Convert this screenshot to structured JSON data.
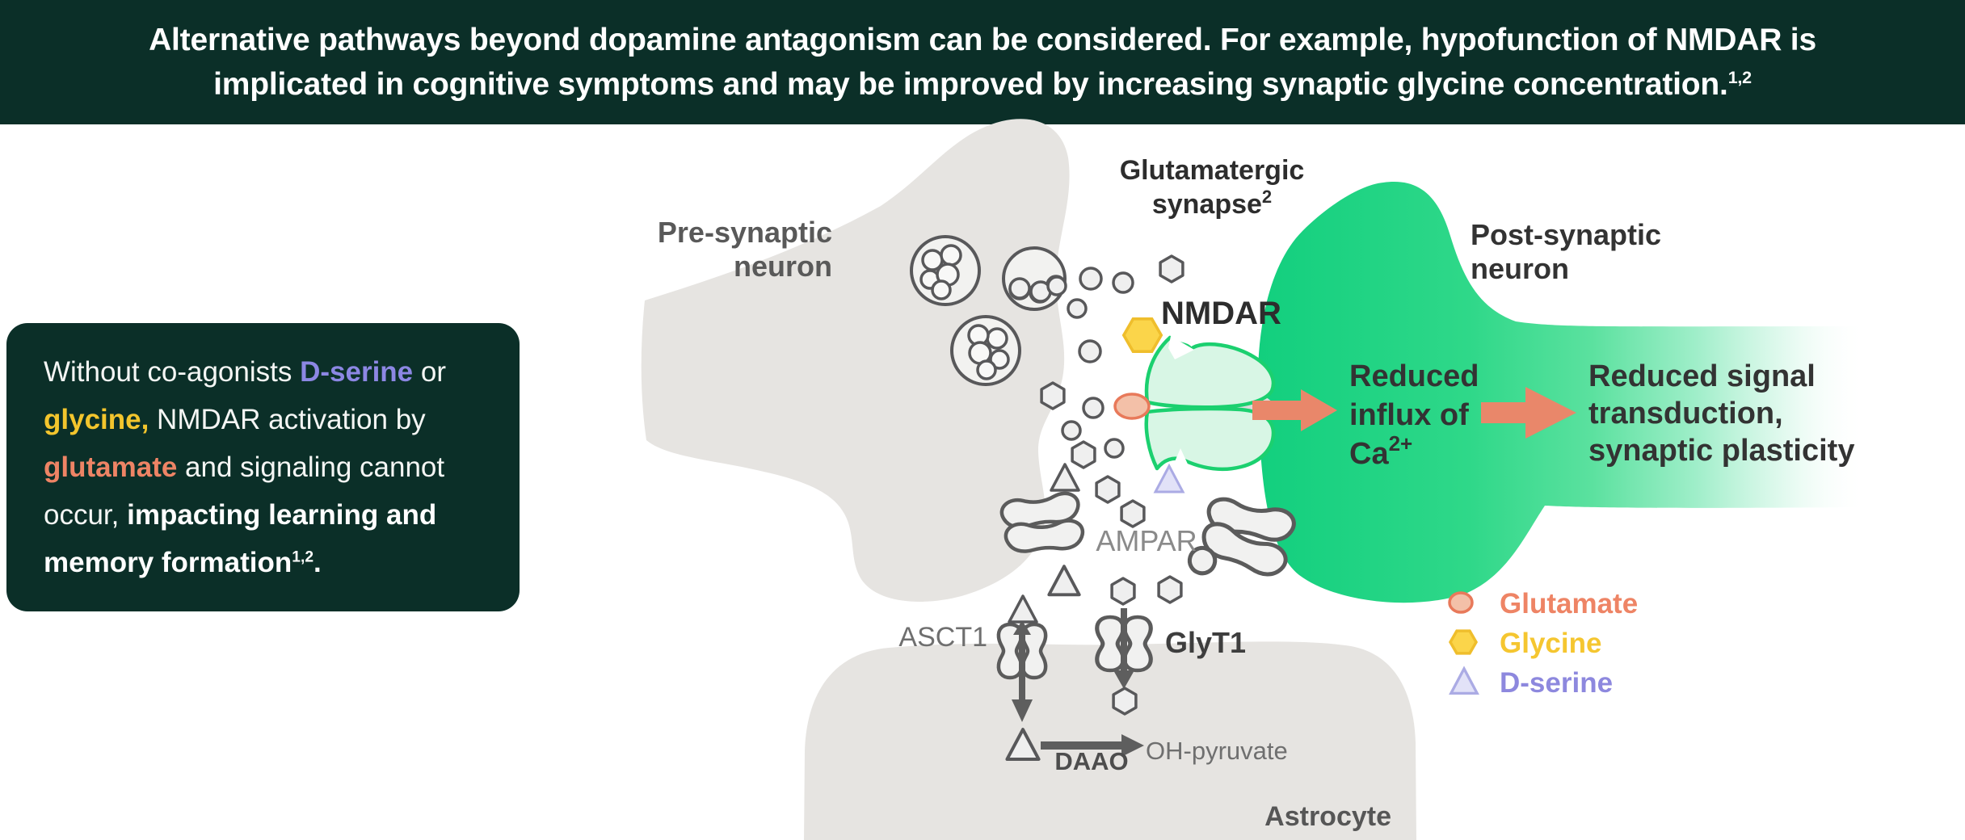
{
  "header": {
    "line1": "Alternative pathways beyond dopamine antagonism can be considered. For example, hypofunction of NMDAR is",
    "line2": "implicated in cognitive symptoms and may be improved by increasing synaptic glycine concentration.",
    "line2_sup": "1,2"
  },
  "info_box": {
    "seg1": "Without co-agonists ",
    "dserine": "D-serine",
    "seg2": " or ",
    "glycine": "glycine,",
    "seg3": " NMDAR activation by ",
    "glutamate": "glutamate",
    "seg4": " and signaling cannot occur, ",
    "bold_phrase": "impacting learning and memory formation",
    "sup": "1,2",
    "period": "."
  },
  "diagram": {
    "pre_synaptic": {
      "line1": "Pre-synaptic",
      "line2": "neuron"
    },
    "glutamatergic": {
      "line1": "Glutamatergic",
      "line2": "synapse",
      "sup": "2"
    },
    "post_synaptic": {
      "line1": "Post-synaptic",
      "line2": "neuron"
    },
    "nmdar": "NMDAR",
    "ampar": "AMPAR",
    "asct1": "ASCT1",
    "glyt1": "GlyT1",
    "daao": "DAAO",
    "oh_pyruvate": "OH-pyruvate",
    "astrocyte": "Astrocyte",
    "reduced_influx": {
      "line1": "Reduced",
      "line2": "influx of",
      "base": "Ca",
      "sup": "2+"
    },
    "reduced_signal": {
      "line1": "Reduced signal",
      "line2": "transduction,",
      "line3": "synaptic plasticity"
    }
  },
  "legend": {
    "items": [
      {
        "label": "Glutamate",
        "text_color": "#EE8465",
        "fill": "#F3C0A8",
        "stroke": "#E8795A",
        "shape": "ellipse"
      },
      {
        "label": "Glycine",
        "text_color": "#F5C630",
        "fill": "#FBD54A",
        "stroke": "#EFBE2C",
        "shape": "hexagon"
      },
      {
        "label": "D-serine",
        "text_color": "#8D88DE",
        "fill": "#E2E2F8",
        "stroke": "#ABABE4",
        "shape": "triangle"
      }
    ]
  },
  "colors": {
    "banner_bg": "#0B2F28",
    "info_box_bg": "#0B2F28",
    "postsynaptic_green": "#12CF7E",
    "neuron_gray": "#E6E4E1",
    "arrow_salmon": "#E9876A",
    "nmdar_fill": "#D8F6E5",
    "nmdar_stroke": "#1BD06F",
    "dserine_accent": "#8C87E3",
    "glycine_accent": "#F3C52D",
    "glutamate_accent": "#EE8465"
  }
}
